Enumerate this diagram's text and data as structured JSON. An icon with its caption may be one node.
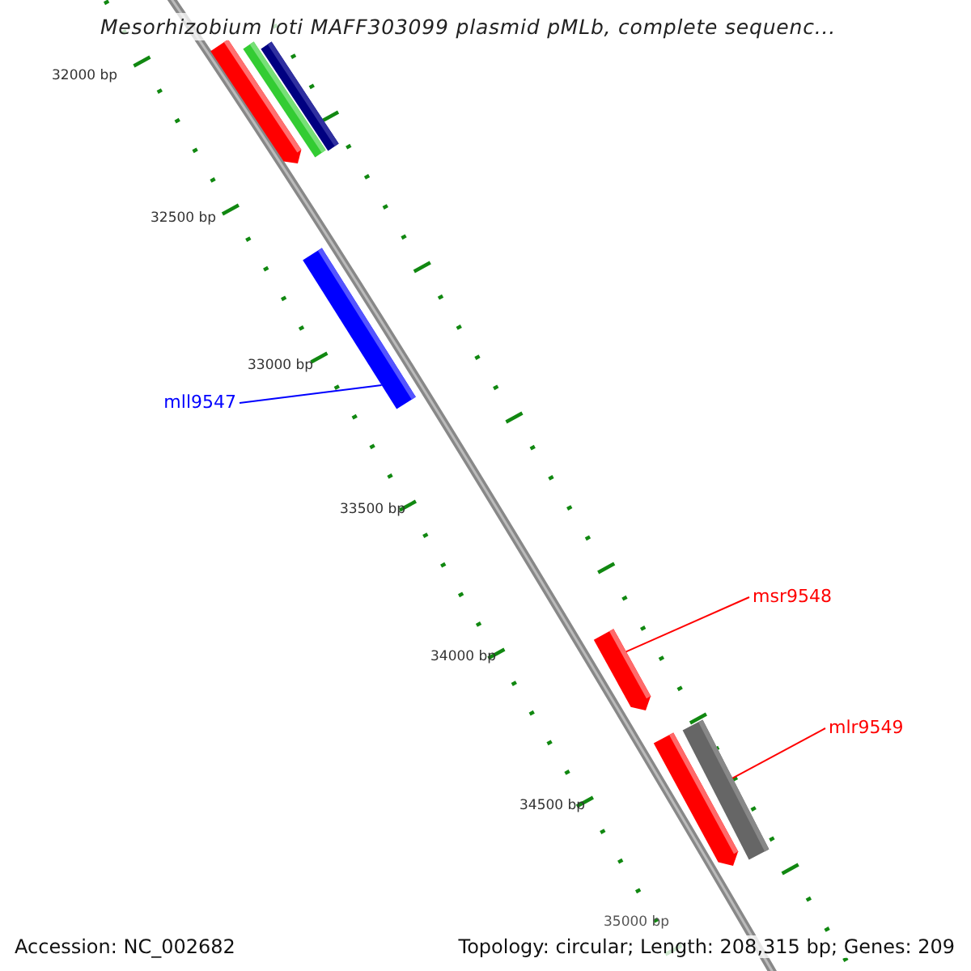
{
  "diagram": {
    "title": "Mesorhizobium loti MAFF303099 plasmid pMLb, complete sequenc...",
    "nodes": [
      {
        "text": [],
        "shape": "bar"
      },
      {
        "text": [],
        "shape": "bar"
      },
      {
        "text": [],
        "shape": "bar"
      },
      {
        "text": [],
        "shape": "bar"
      },
      {
        "text": [],
        "shape": "bar"
      },
      {
        "text": [],
        "shape": "bar"
      },
      {
        "text": [],
        "shape": "bar"
      },
      {
        "text": [
          "mll9547"
        ]
      },
      {
        "text": [
          "msr9548"
        ]
      },
      {
        "text": [
          "mlr9549"
        ]
      }
    ],
    "edges": [
      {
        "from": 7,
        "to": 3,
        "arrow": "none",
        "color": "#0000ff"
      },
      {
        "from": 8,
        "to": 4,
        "arrow": "none",
        "color": "#ff0000"
      },
      {
        "from": 9,
        "to": 6,
        "arrow": "none",
        "color": "#ff0000"
      }
    ],
    "labels": [
      "32000 bp",
      "32500 bp",
      "33000 bp",
      "33500 bp",
      "34000 bp",
      "34500 bp",
      "35000 bp",
      "Accession: NC_002682",
      "Topology: circular; Length: 208,315 bp; Genes: 209"
    ]
  }
}
